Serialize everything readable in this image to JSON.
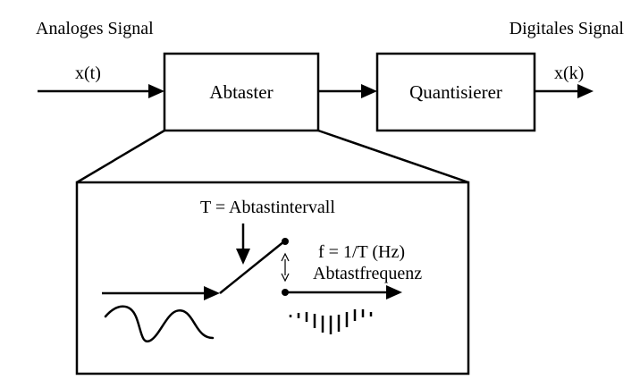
{
  "labels": {
    "input_signal": "Analoges Signal",
    "output_signal": "Digitales Signal",
    "input_var": "x(t)",
    "output_var": "x(k)",
    "interval": "T = Abtastintervall",
    "frequency_formula": "f = 1/T (Hz)",
    "frequency_name": "Abtastfrequenz"
  },
  "blocks": {
    "sampler": "Abtaster",
    "quantizer": "Quantisierer"
  },
  "colors": {
    "stroke": "#000000",
    "background": "#ffffff"
  }
}
